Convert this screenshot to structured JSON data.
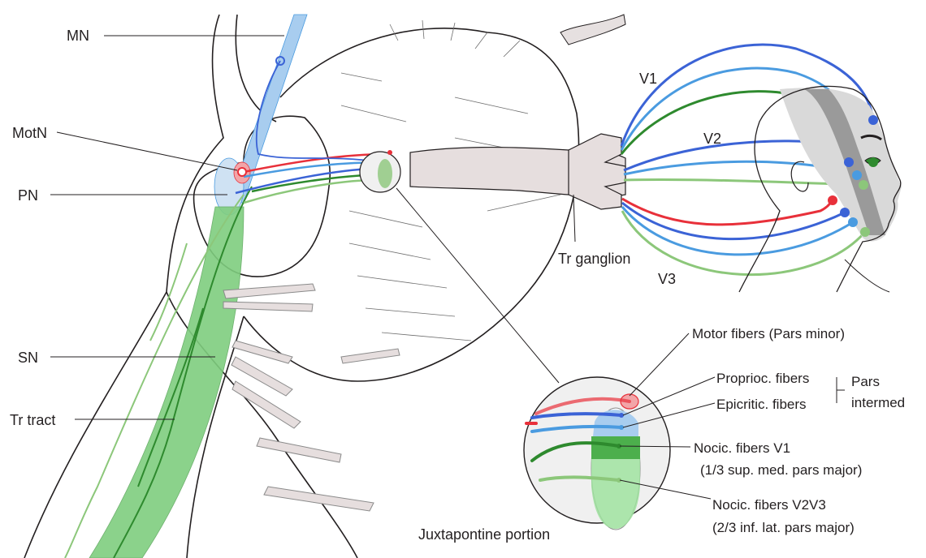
{
  "labels": {
    "mn": "MN",
    "motn": "MotN",
    "pn": "PN",
    "sn": "SN",
    "tr_tract": "Tr tract",
    "v1": "V1",
    "v2": "V2",
    "v3": "V3",
    "tr_ganglion": "Tr ganglion",
    "juxtapontine": "Juxtapontine portion",
    "motor_fibers": "Motor fibers (Pars minor)",
    "proprioc_fibers": "Proprioc. fibers",
    "epicritic_fibers": "Epicritic. fibers",
    "pars": "Pars",
    "intermed": "intermed",
    "nocic_v1": "Nocic. fibers V1",
    "nocic_v1_note": "(1/3 sup. med. pars major)",
    "nocic_v2v3": "Nocic. fibers V2V3",
    "nocic_v2v3_note": "(2/3 inf. lat. pars major)"
  },
  "colors": {
    "motor_red": "#e8303a",
    "proprio_blue": "#3b63d6",
    "epicritic_blue": "#4a9be0",
    "nocic_v1_green": "#2e8a2e",
    "nocic_v2v3_green": "#8cc77a",
    "nucleus_blue": "#a8cdef",
    "nucleus_green": "#7fce7f",
    "outline": "#231f20",
    "skin_grey": "#d9d9d9"
  }
}
